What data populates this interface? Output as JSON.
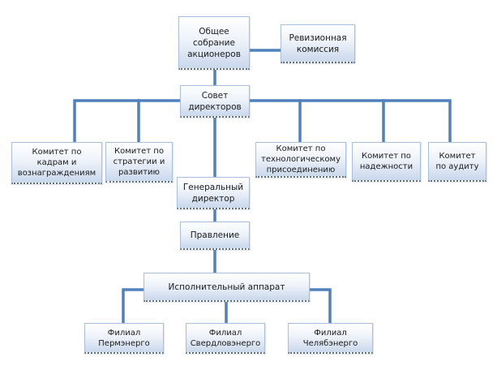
{
  "diagram": {
    "type": "org-chart",
    "line_color": "#4f81bd",
    "nodes": {
      "shareholders": {
        "label": "Общее\nсобрание\nакционеров"
      },
      "audit_commission": {
        "label": "Ревизионная\nкомиссия"
      },
      "board": {
        "label": "Совет\nдиректоров"
      },
      "committee_hr": {
        "label": "Комитет по\nкадрам и\nвознаграждениям"
      },
      "committee_strategy": {
        "label": "Комитет по\nстратегии и\nразвитию"
      },
      "committee_tech": {
        "label": "Комитет по\nтехнологическому\nприсоединению"
      },
      "committee_reliability": {
        "label": "Комитет по\nнадежности"
      },
      "committee_audit": {
        "label": "Комитет\nпо аудиту"
      },
      "ceo": {
        "label": "Генеральный\nдиректор"
      },
      "management_board": {
        "label": "Правление"
      },
      "executive_office": {
        "label": "Исполнительный аппарат"
      },
      "branch_perm": {
        "label": "Филиал\nПермэнерго"
      },
      "branch_sverdlovsk": {
        "label": "Филиал\nСвердловэнерго"
      },
      "branch_chelyabinsk": {
        "label": "Филиал\nЧелябэнерго"
      }
    },
    "edges": [
      [
        "shareholders",
        "audit_commission"
      ],
      [
        "shareholders",
        "board"
      ],
      [
        "board",
        "committee_hr"
      ],
      [
        "board",
        "committee_strategy"
      ],
      [
        "board",
        "committee_tech"
      ],
      [
        "board",
        "committee_reliability"
      ],
      [
        "board",
        "committee_audit"
      ],
      [
        "board",
        "ceo"
      ],
      [
        "ceo",
        "management_board"
      ],
      [
        "management_board",
        "executive_office"
      ],
      [
        "executive_office",
        "branch_perm"
      ],
      [
        "executive_office",
        "branch_sverdlovsk"
      ],
      [
        "executive_office",
        "branch_chelyabinsk"
      ]
    ]
  }
}
